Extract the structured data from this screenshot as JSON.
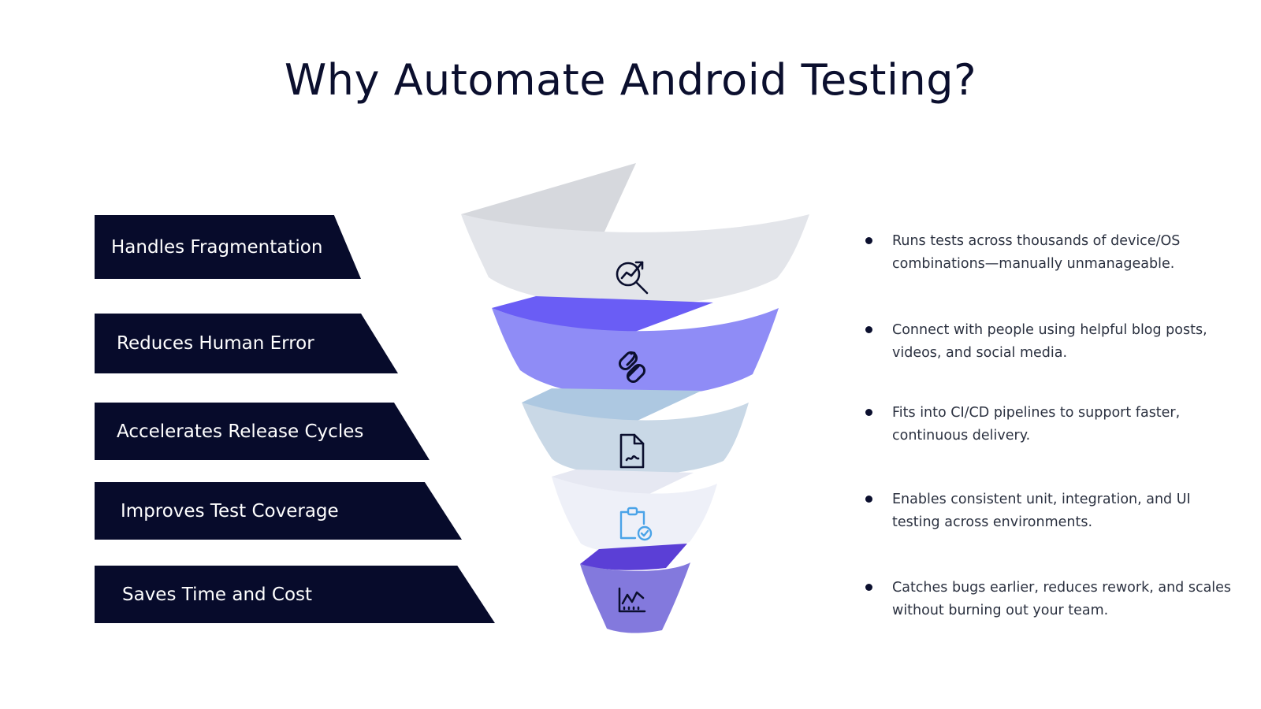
{
  "title": "Why Automate Android Testing?",
  "benefits": [
    {
      "label": "Handles Fragmentation",
      "icon": "search-growth-icon",
      "color": "#e3e5ea",
      "wedge_color": "#d6d8dd"
    },
    {
      "label": "Reduces Human Error",
      "icon": "link-icon",
      "color": "#8f8cf6",
      "wedge_color": "#6a5df5"
    },
    {
      "label": "Accelerates Release Cycles",
      "icon": "document-icon",
      "color": "#c9d8e6",
      "wedge_color": "#adc8e1"
    },
    {
      "label": "Improves Test Coverage",
      "icon": "clipboard-check-icon",
      "color": "#eef0f8",
      "wedge_color": "#e6e8f2"
    },
    {
      "label": "Saves Time and Cost",
      "icon": "line-chart-icon",
      "color": "#8379dd",
      "wedge_color": "#5b3fd6"
    }
  ],
  "points": [
    "Runs tests across thousands of device/OS combinations—manually unmanageable.",
    "Connect with people using helpful blog posts, videos, and social media.",
    "Fits into CI/CD pipelines to support faster, continuous delivery.",
    "Enables consistent unit, integration, and UI testing across environments.",
    "Catches bugs earlier, reduces rework, and scales without burning out your team."
  ],
  "colors": {
    "banner": "#070b2b",
    "title": "#0b0f2e",
    "icon_dark": "#0b0f2e",
    "icon_blue": "#4aa3e8"
  }
}
